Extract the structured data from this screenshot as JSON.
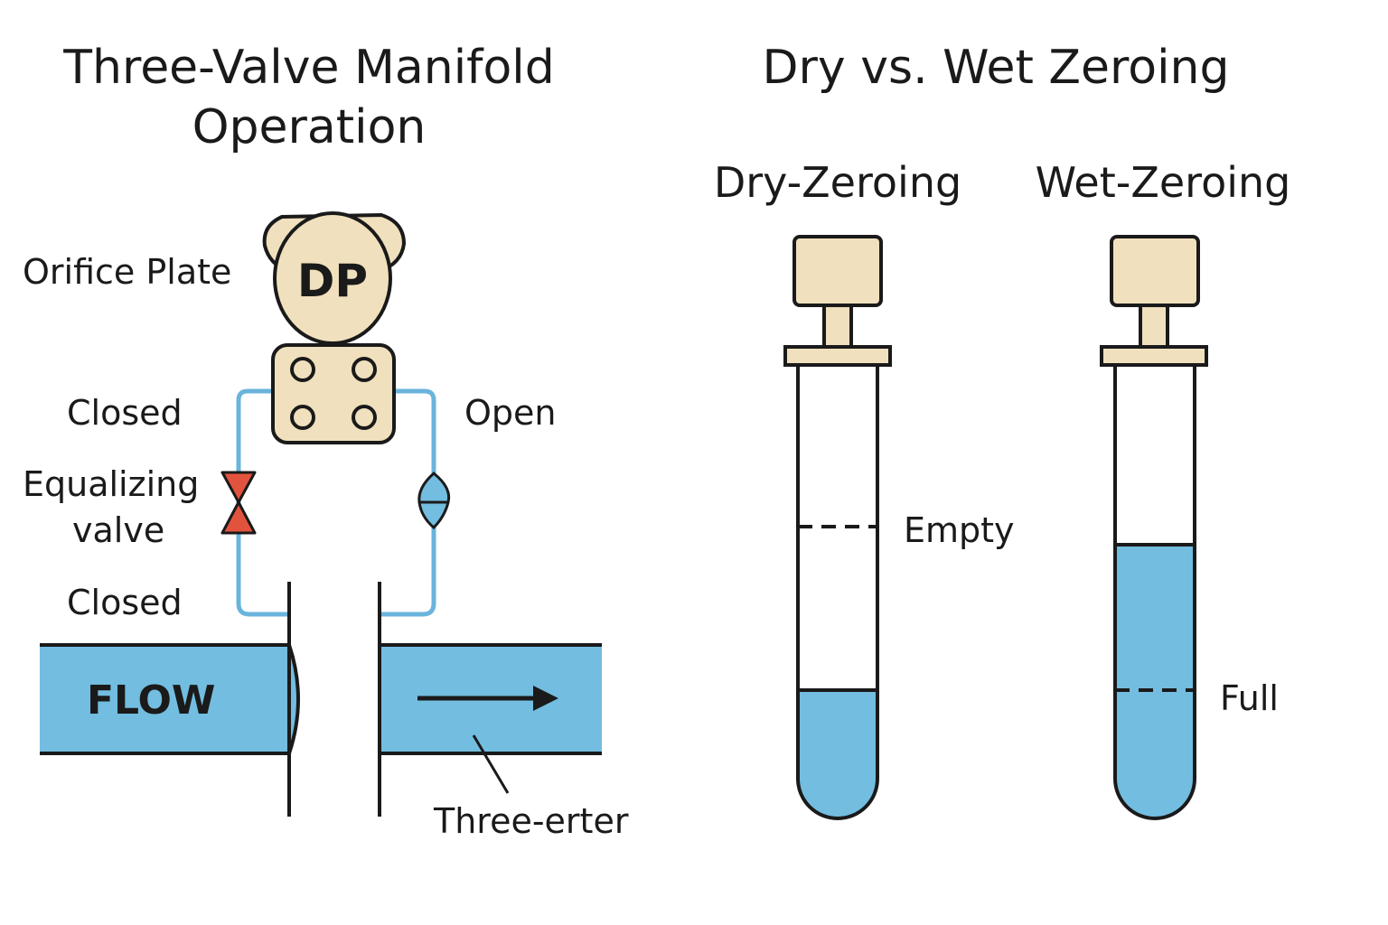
{
  "left_panel": {
    "title_line1": "Three-Valve Manifold",
    "title_line2": "Operation",
    "transmitter_label": "DP",
    "orifice_label": "Orifice Plate",
    "left_valve_state": "Closed",
    "right_valve_state": "Open",
    "equalizing_label_line1": "Equalizing",
    "equalizing_label_line2": "valve",
    "bottom_state": "Closed",
    "flow_label": "FLOW",
    "pointer_label": "Three-erter"
  },
  "right_panel": {
    "title": "Dry vs. Wet Zeroing",
    "dry": {
      "heading": "Dry-Zeroing",
      "marker_label": "Empty"
    },
    "wet": {
      "heading": "Wet-Zeroing",
      "marker_label": "Full"
    }
  },
  "colors": {
    "ink": "#1a1a1a",
    "beige": "#f0e0bd",
    "water": "#72bde0",
    "tubing": "#6ab4dc",
    "equalizing_valve": "#e2533e",
    "open_valve": "#72bde0"
  },
  "icons": {
    "transmitter": "dp-transmitter-icon",
    "equalizing_valve": "closed-valve-icon",
    "open_valve": "open-valve-icon",
    "flow_arrow": "arrow-right-icon"
  }
}
